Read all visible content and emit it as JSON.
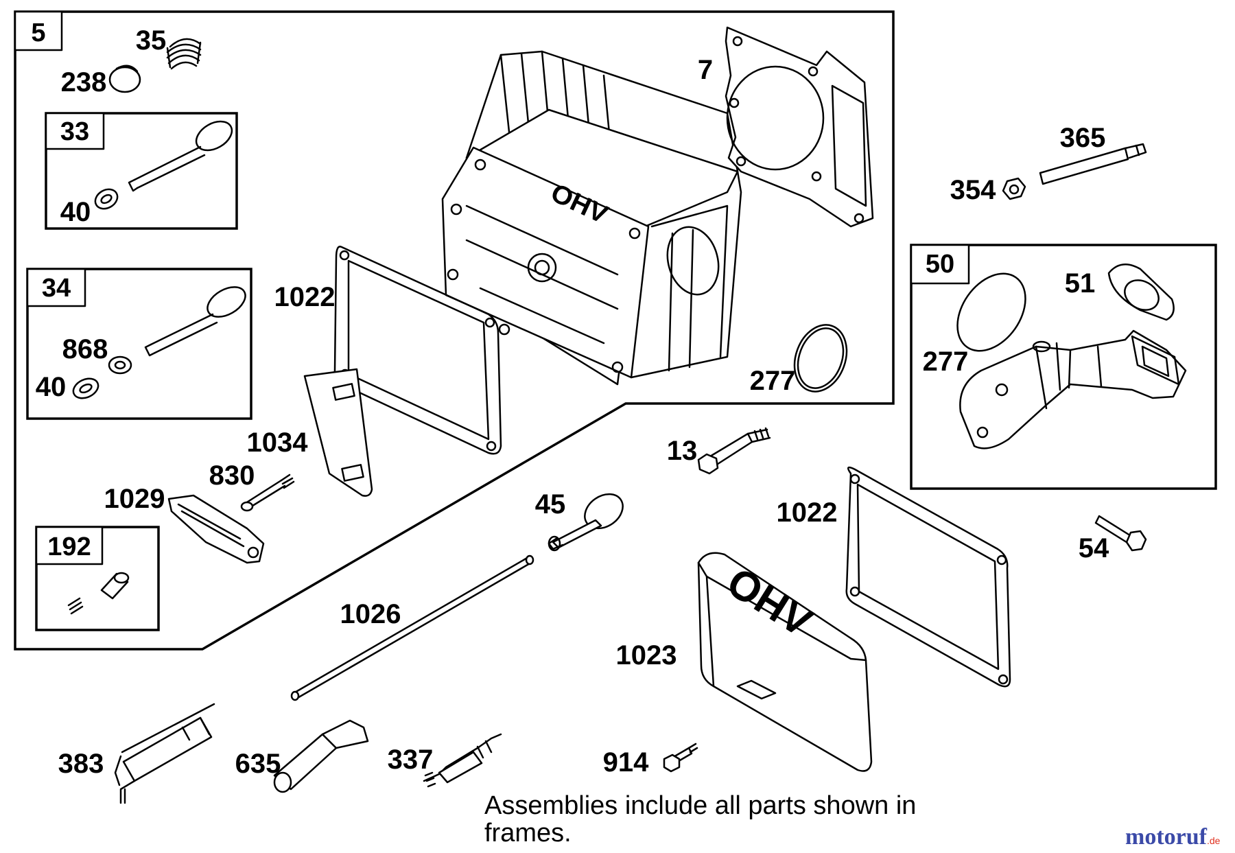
{
  "frames": {
    "main": "5",
    "valve_exhaust": "33",
    "valve_intake": "34",
    "breather": "192",
    "intake_elbow": "50"
  },
  "callouts": {
    "p35": "35",
    "p238": "238",
    "p40a": "40",
    "p868": "868",
    "p40b": "40",
    "p7": "7",
    "p1022a": "1022",
    "p277a": "277",
    "p1034": "1034",
    "p830": "830",
    "p1029": "1029",
    "p365": "365",
    "p354": "354",
    "p51": "51",
    "p277b": "277",
    "p13": "13",
    "p45": "45",
    "p1022b": "1022",
    "p54": "54",
    "p1026": "1026",
    "p1023": "1023",
    "p383": "383",
    "p635": "635",
    "p337": "337",
    "p914": "914"
  },
  "embossing": {
    "head": "OHV",
    "cover": "OHV"
  },
  "note": {
    "line1": "Assemblies include all parts shown in",
    "line2": "frames."
  },
  "watermark": {
    "name": "motoruf",
    "suffix": ".de"
  },
  "colors": {
    "line": "#000000",
    "background": "#ffffff",
    "watermark_main": "#3b4aa8",
    "watermark_accent": "#e0301e"
  }
}
